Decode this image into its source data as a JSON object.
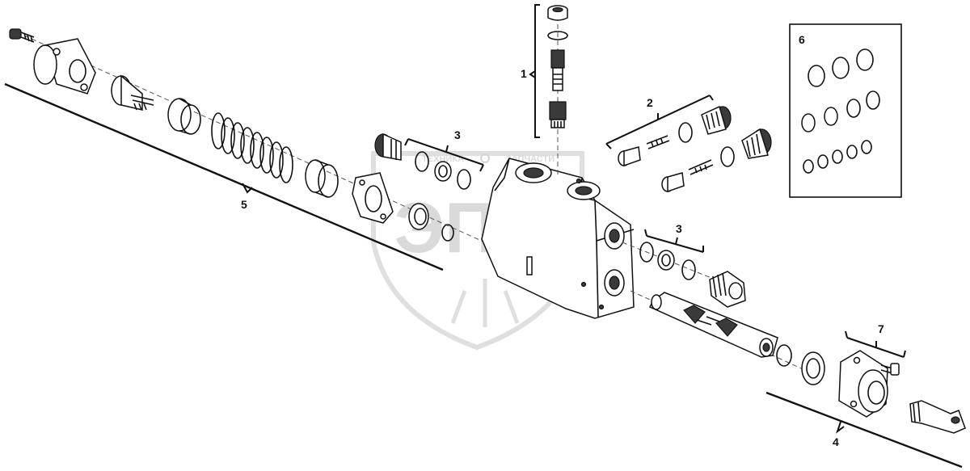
{
  "callouts": {
    "c1": "1",
    "c2": "2",
    "c3a": "3",
    "c3b": "3",
    "c4": "4",
    "c5": "5",
    "c6": "6",
    "c7": "7"
  },
  "watermark": {
    "logo": "ЭПФ",
    "left_word": "ТЕХНИКА",
    "right_word": "ЗАПЧАСТИ"
  }
}
